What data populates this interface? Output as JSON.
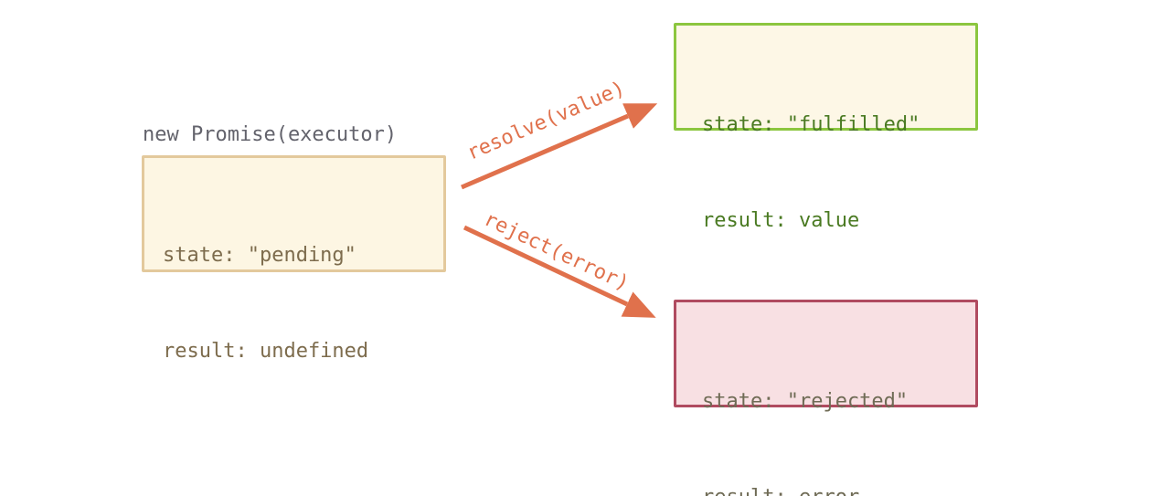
{
  "diagram": {
    "creation_label": "new Promise(executor)",
    "boxes": {
      "pending": {
        "state_line": "state: \"pending\"",
        "result_line": "result: undefined"
      },
      "fulfilled": {
        "state_line": "state: \"fulfilled\"",
        "result_line": "result: value"
      },
      "rejected": {
        "state_line": "state: \"rejected\"",
        "result_line": "result: error"
      }
    },
    "arrows": {
      "resolve": {
        "label": "resolve(value)"
      },
      "reject": {
        "label": "reject(error)"
      }
    },
    "colors": {
      "arrow_orange": "#e0714c",
      "pending_border": "#e3c99c",
      "pending_background": "#fdf6e3",
      "pending_text": "#7d6c4d",
      "fulfilled_border": "#8cc63f",
      "fulfilled_background": "#fdf7e6",
      "fulfilled_text": "#4a7a22",
      "rejected_border": "#b04b60",
      "rejected_background": "#f8e0e3",
      "rejected_text": "#6f6b55",
      "creation_label_text": "#63636c"
    }
  }
}
